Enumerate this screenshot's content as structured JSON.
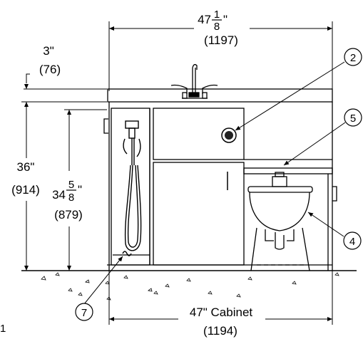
{
  "dimensions": {
    "overall_width": {
      "whole": "47",
      "num": "1",
      "den": "8",
      "unit": "\"",
      "metric": "(1197)"
    },
    "top_offset": {
      "imperial": "3\"",
      "metric": "(76)"
    },
    "overall_height": {
      "imperial": "36\"",
      "metric": "(914)"
    },
    "cabinet_height": {
      "whole": "34",
      "num": "5",
      "den": "8",
      "unit": "\"",
      "metric": "(879)"
    },
    "cabinet_width": {
      "imperial": "47\" Cabinet",
      "metric": "(1194)"
    }
  },
  "callouts": [
    "2",
    "5",
    "4",
    "7"
  ],
  "page_marker": "1"
}
